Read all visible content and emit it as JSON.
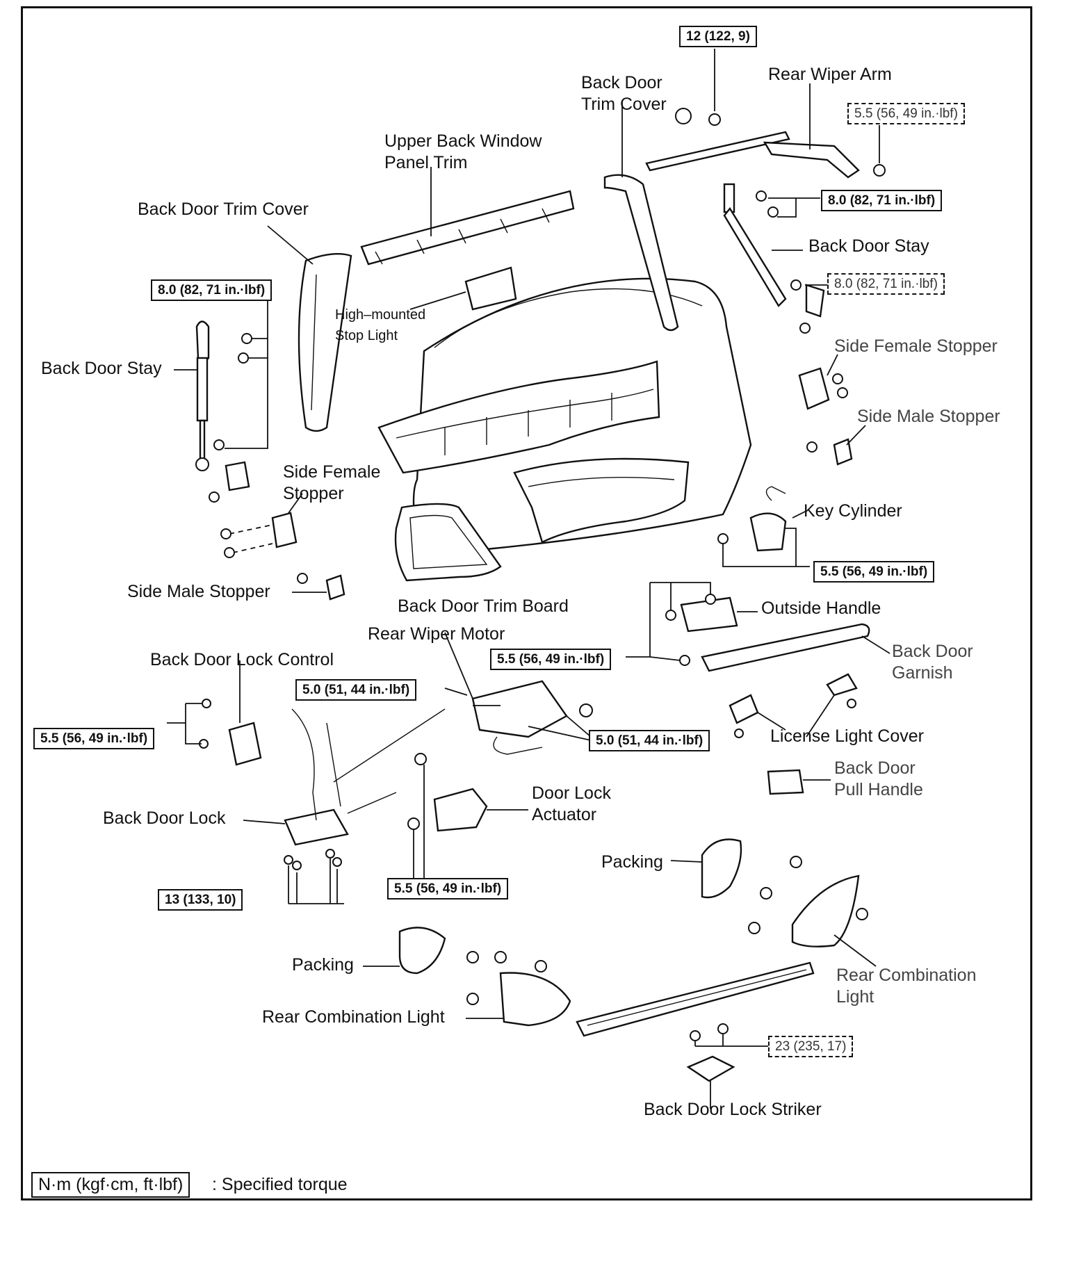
{
  "labels": {
    "back_door_trim_cover_top": "Back Door\nTrim Cover",
    "rear_wiper_arm": "Rear Wiper Arm",
    "upper_back_window_panel_trim": "Upper Back Window\nPanel Trim",
    "back_door_trim_cover_left": "Back Door Trim Cover",
    "back_door_stay_right": "Back Door Stay",
    "high_mounted_stop_light": "High–mounted\nStop Light",
    "back_door_stay_left": "Back Door Stay",
    "side_female_stopper_right": "Side Female Stopper",
    "side_male_stopper_right": "Side Male Stopper",
    "side_female_stopper_left": "Side Female\nStopper",
    "key_cylinder": "Key Cylinder",
    "side_male_stopper_left": "Side Male Stopper",
    "back_door_trim_board": "Back Door Trim Board",
    "outside_handle": "Outside Handle",
    "rear_wiper_motor": "Rear Wiper Motor",
    "back_door_garnish": "Back Door\nGarnish",
    "back_door_lock_control": "Back Door Lock Control",
    "license_light_cover": "License Light Cover",
    "back_door_pull_handle": "Back Door\nPull Handle",
    "door_lock_actuator": "Door Lock\nActuator",
    "back_door_lock": "Back Door Lock",
    "packing_right": "Packing",
    "packing_left": "Packing",
    "rear_combination_light_right": "Rear Combination\nLight",
    "rear_combination_light_left": "Rear Combination Light",
    "back_door_lock_striker": "Back Door Lock Striker"
  },
  "torques": {
    "t_wiper_nut": "12 (122, 9)",
    "t_wiper_arm": "5.5 (56, 49 in.·lbf)",
    "t_stay_right_upper": "8.0 (82, 71 in.·lbf)",
    "t_stay_right_lower": "8.0 (82, 71 in.·lbf)",
    "t_stay_left": "8.0 (82, 71 in.·lbf)",
    "t_key_cylinder": "5.5 (56, 49 in.·lbf)",
    "t_outside_handle": "5.5 (56, 49 in.·lbf)",
    "t_wiper_motor_a": "5.0 (51, 44 in.·lbf)",
    "t_wiper_motor_b": "5.0 (51, 44 in.·lbf)",
    "t_lock_control": "5.5 (56, 49 in.·lbf)",
    "t_back_door_lock": "13 (133, 10)",
    "t_actuator": "5.5 (56, 49 in.·lbf)",
    "t_striker": "23 (235, 17)"
  },
  "legend": {
    "box": "N·m (kgf·cm, ft·lbf)",
    "text": ": Specified torque"
  }
}
